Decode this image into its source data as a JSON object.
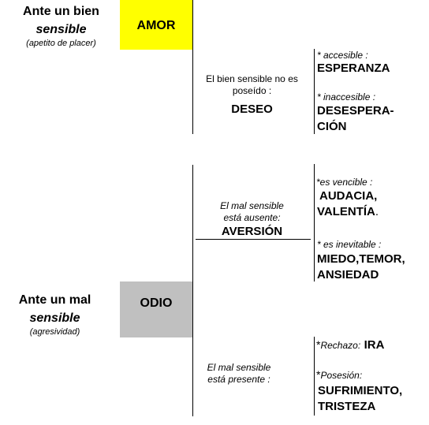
{
  "colors": {
    "amor_bg": "#ffff00",
    "odio_bg": "#c0c0c0",
    "line": "#000000"
  },
  "bien": {
    "line1": "Ante un bien",
    "line2": "sensible",
    "line3": "(apetito de placer)",
    "passion": "AMOR",
    "cond_line1": "El bien sensible no es",
    "cond_line2": "poseído :",
    "cond_passion": "DESEO",
    "opt1_label": "* accesible :",
    "opt1_value": "ESPERANZA",
    "opt2_label": "* inaccesible :",
    "opt2_value_line1": "DESESPERA-",
    "opt2_value_line2": "CIÓN"
  },
  "mal": {
    "line1": "Ante un mal",
    "line2": "sensible",
    "line3": "(agresividad)",
    "passion": "ODIO",
    "ausente_line1": "El mal sensible",
    "ausente_line2": "está ausente:",
    "ausente_passion": "AVERSIÓN",
    "opt1_label": "*es vencible :",
    "opt1_value_line1": "AUDACIA,",
    "opt1_value_line2": "VALENTÍA",
    "opt1_value_dot": ".",
    "opt2_label": "* es inevitable :",
    "opt2_value_line1": "MIEDO,TEMOR,",
    "opt2_value_line2": "ANSIEDAD",
    "presente_line1": "El mal sensible",
    "presente_line2": "está presente :",
    "opt3_star": "*",
    "opt3_label": "Rechazo:",
    "opt3_value": "IRA",
    "opt4_star": "*",
    "opt4_label": "Posesión:",
    "opt4_value_line1": "SUFRIMIENTO,",
    "opt4_value_line2": "TRISTEZA"
  }
}
